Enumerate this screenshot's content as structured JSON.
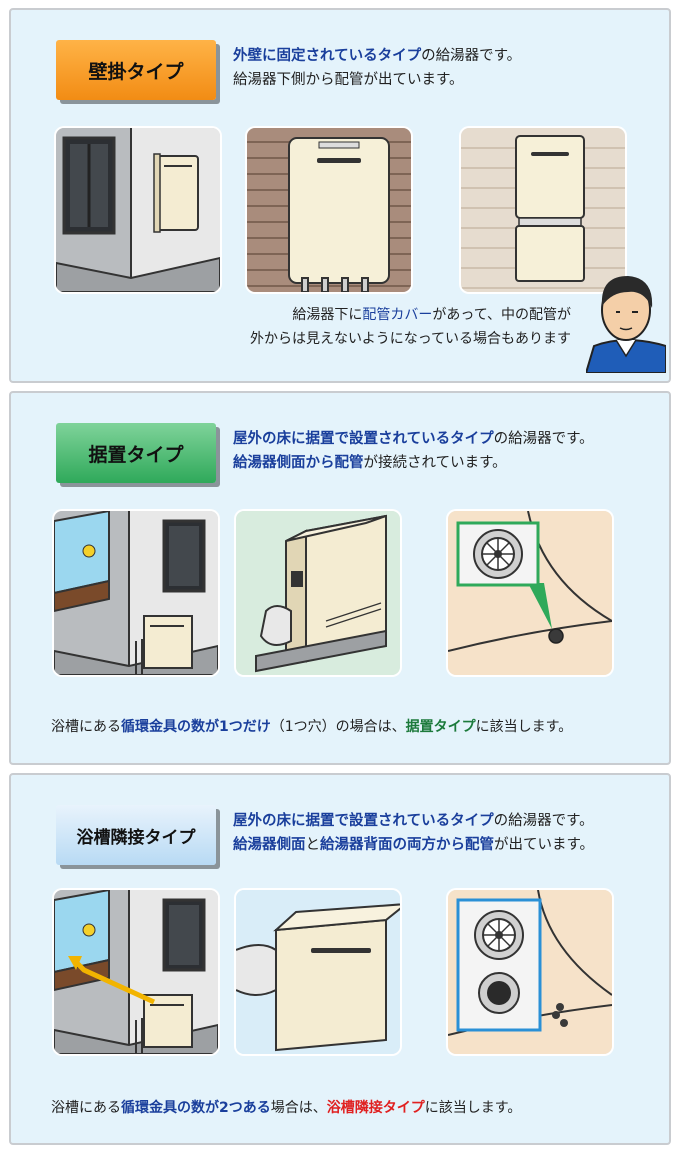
{
  "sections": [
    {
      "badge": "壁掛タイプ",
      "line1": {
        "hl": "外壁に固定されているタイプ",
        "rest": "の給湯器です。"
      },
      "line2": {
        "plain": "給湯器下側から配管が出ています。"
      },
      "note_line1": {
        "a": "給湯器下に",
        "hl": "配管カバー",
        "b": "があって、中の配管が"
      },
      "note_line2": "外からは見えないようになっている場合もあります"
    },
    {
      "badge": "据置タイプ",
      "line1": {
        "hl": "屋外の床に据置で設置されているタイプ",
        "rest": "の給湯器です。"
      },
      "line2": {
        "hl": "給湯器側面から配管",
        "rest": "が接続されています。"
      },
      "caption": {
        "a": "浴槽にある",
        "hl1": "循環金具の数が1つだけ",
        "b": "（1つ穴）の場合は、",
        "hl2": "据置タイプ",
        "c": "に該当します。"
      }
    },
    {
      "badge": "浴槽隣接タイプ",
      "line1": {
        "hl": "屋外の床に据置で設置されているタイプ",
        "rest": "の給湯器です。"
      },
      "line2": {
        "hl1": "給湯器側面",
        "mid": "と",
        "hl2": "給湯器背面の両方から配管",
        "rest": "が出ています。"
      },
      "caption": {
        "a": "浴槽にある",
        "hl1": "循環金具の数が2つある",
        "b": "場合は、",
        "hl2": "浴槽隣接タイプ",
        "c": "に該当します。"
      }
    }
  ],
  "colors": {
    "panel": "#e4f3fb",
    "blue_text": "#1a3f9c",
    "green_text": "#1c7a3b",
    "red_text": "#e02020",
    "badge_orange": "#f28c14",
    "badge_green": "#2fa95a",
    "badge_blue": "#b8daf4"
  }
}
